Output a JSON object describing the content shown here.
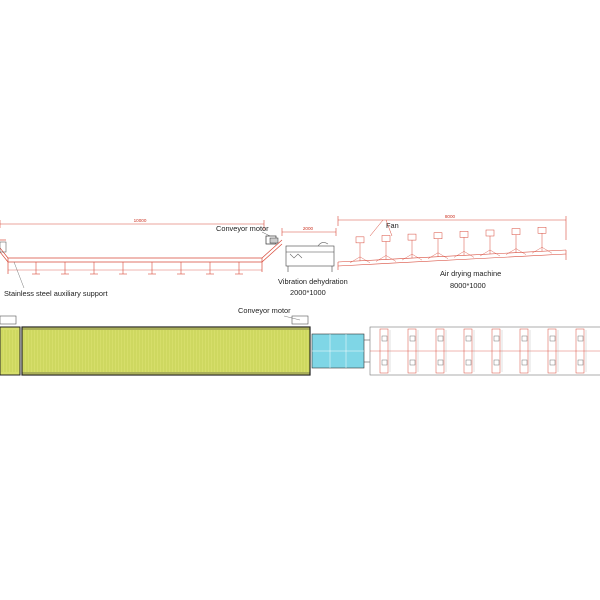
{
  "diagram": {
    "dimensions": {
      "left_conveyor": "10000",
      "vibration": "2000",
      "air_dryer": "8000"
    },
    "labels": {
      "conveyor_motor_top": "Conveyor motor",
      "fan": "Fan",
      "stainless_support": "Stainless steel auxiliary support",
      "vibration_title": "Vibration dehydration",
      "vibration_size": "2000*1000",
      "air_dryer_title": "Air drying machine",
      "air_dryer_size": "8000*1000",
      "conveyor_motor_plan": "Conveyor motor"
    },
    "colors": {
      "line": "#d84a3a",
      "belt_fill": "#d6de6a",
      "belt_stripe": "#b8c640",
      "vib_fill": "#7fd6e6",
      "frame": "#222222",
      "structure": "#9a9a9a"
    }
  }
}
